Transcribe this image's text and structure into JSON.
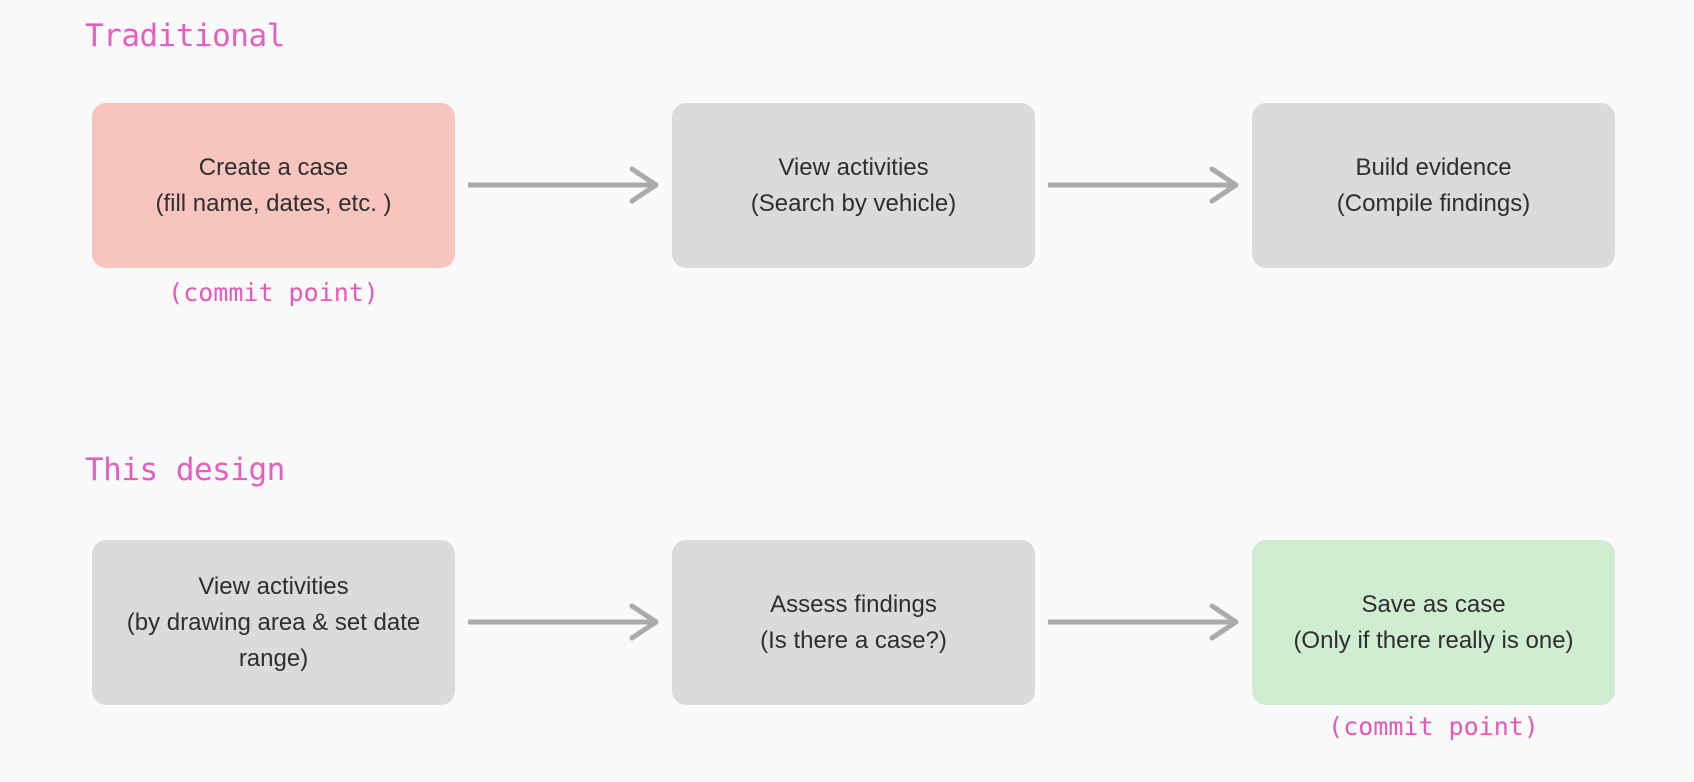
{
  "colors": {
    "background": "#FAFAFA",
    "node_gray": "#DBDBDB",
    "node_pink": "#F7C5BD",
    "node_green": "#CFEDD1",
    "arrow_gray": "#ABABAB",
    "heading_pink": "#E65DC3",
    "commit_pink": "#E956BC",
    "node_text": "#2E2E2E"
  },
  "sections": [
    {
      "title": "Traditional",
      "steps": [
        {
          "line1": "Create a case",
          "line2": "(fill name, dates, etc. )",
          "note": "(commit point)"
        },
        {
          "line1": "View activities",
          "line2": "(Search by vehicle)"
        },
        {
          "line1": "Build evidence",
          "line2": "(Compile findings)"
        }
      ]
    },
    {
      "title": "This design",
      "steps": [
        {
          "line1": "View activities",
          "line2": "(by drawing area & set date range)"
        },
        {
          "line1": "Assess findings",
          "line2": "(Is there a case?)"
        },
        {
          "line1": "Save as case",
          "line2": "(Only if there really is one)",
          "note": "(commit point)"
        }
      ]
    }
  ]
}
